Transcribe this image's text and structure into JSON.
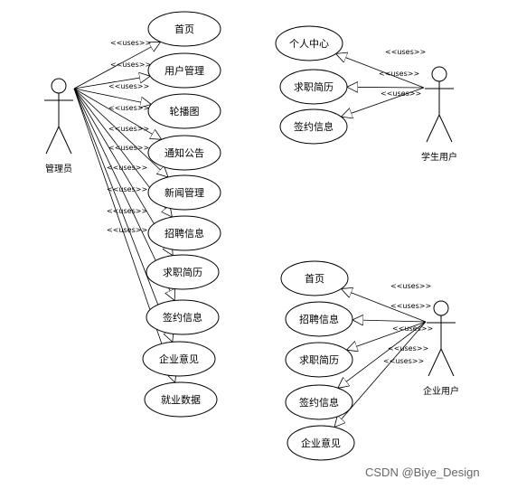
{
  "relation_label": "<<uses>>",
  "watermark": "CSDN @Biye_Design",
  "admin": {
    "actor": "管理员",
    "use_cases": [
      "首页",
      "用户管理",
      "轮播图",
      "通知公告",
      "新闻管理",
      "招聘信息",
      "求职简历",
      "签约信息",
      "企业意见",
      "就业数据"
    ]
  },
  "student": {
    "actor": "学生用户",
    "use_cases": [
      "个人中心",
      "求职简历",
      "签约信息"
    ]
  },
  "company": {
    "actor": "企业用户",
    "use_cases": [
      "首页",
      "招聘信息",
      "求职简历",
      "签约信息",
      "企业意见"
    ]
  }
}
